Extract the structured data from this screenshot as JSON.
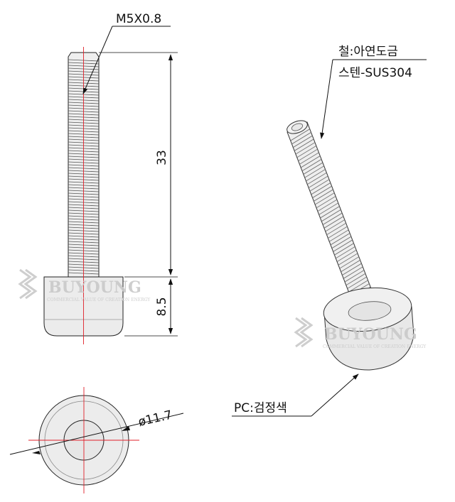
{
  "labels": {
    "thread_spec": "M5X0.8",
    "length_thread": "33",
    "length_cap": "8.5",
    "diameter": "ø11.7",
    "material_steel": "철:아연도금",
    "material_stainless": "스텐-SUS304",
    "material_cap": "PC:검정색"
  },
  "watermark": {
    "brand": "BUYOUNG",
    "tagline": "COMMERCIAL VALUE OF CREATION ENERGY"
  },
  "colors": {
    "line": "#111111",
    "centerline": "#e0202a",
    "part_fill": "#ececec",
    "watermark": "#c9c9c9"
  }
}
